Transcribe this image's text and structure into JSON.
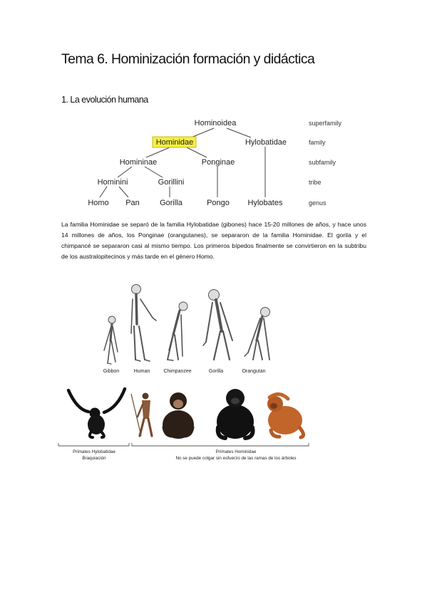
{
  "document": {
    "title": "Tema 6. Hominización formación y didáctica",
    "section_heading": "1. La evolución humana"
  },
  "taxonomy": {
    "nodes": {
      "hominoidea": "Hominoidea",
      "hominidae": "Hominidae",
      "hylobatidae": "Hylobatidae",
      "homininae": "Homininae",
      "ponginae": "Ponginae",
      "hominini": "Hominini",
      "gorillini": "Gorillini",
      "homo": "Homo",
      "pan": "Pan",
      "gorilla": "Gorilla",
      "pongo": "Pongo",
      "hylobates": "Hylobates"
    },
    "ranks": [
      "superfamily",
      "family",
      "subfamily",
      "tribe",
      "genus"
    ],
    "highlight_color": "#f5f043"
  },
  "paragraph": "La familia Hominidae se separó de la familia Hylobatidae (gibones) hace 15-20 millones de años, y hace unos 14 millones de años, los Ponginae (orangutanes), se separaron de la familia Hominidae. El gorila y el chimpancé se separaron casi al mismo tiempo. Los primeros bípedos finalmente se convirtieron en la subtribu de los australopitecinos y más tarde en el género Homo.",
  "figure": {
    "skeleton_labels": [
      "Gibbon",
      "Human",
      "Chimpanzee",
      "Gorilla",
      "Orangutan"
    ],
    "group_hylobatidae": [
      "Primates Hylobatidae",
      "Braquiación"
    ],
    "group_hominidae": [
      "Primates Hominidae",
      "No se puede colgar sin esfuerzo de las ramas de los árboles"
    ]
  }
}
